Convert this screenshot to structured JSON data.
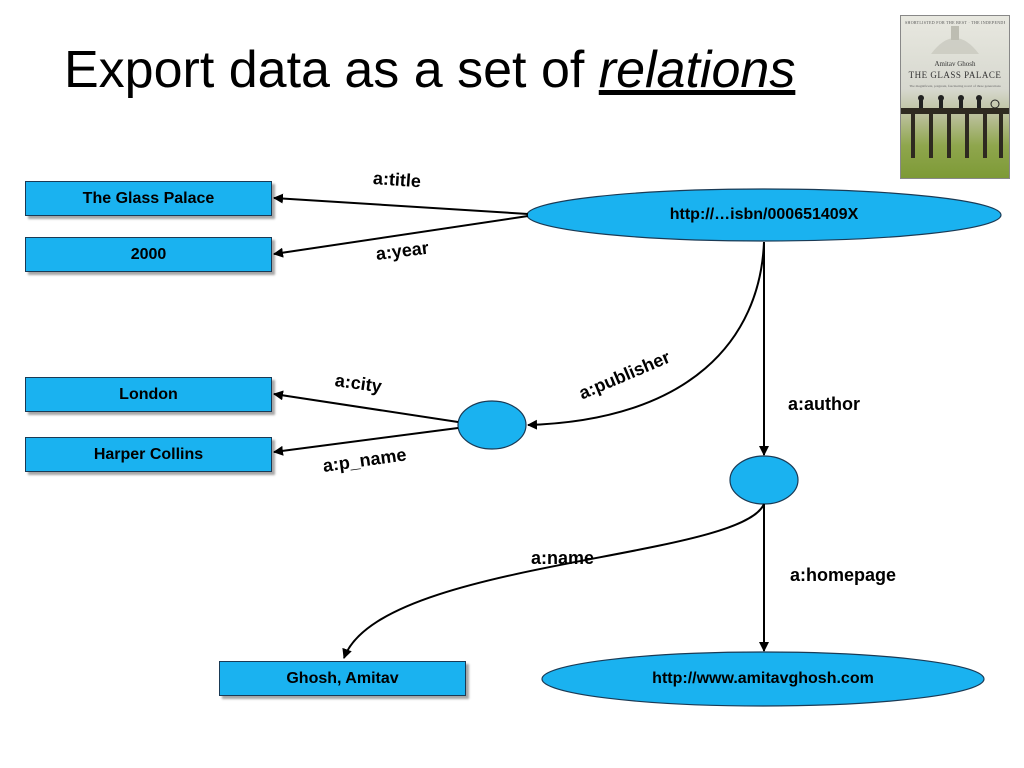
{
  "slide": {
    "title_prefix": "Export data as a set of ",
    "title_emphasis": "relations"
  },
  "cover": {
    "top_line": "SHORTLISTED FOR THE BEST · THE INDEPENDENT",
    "author": "Amitav Ghosh",
    "title": "The Glass Palace",
    "blurb": "The magnificent, poignant, fascinating novel of three generations"
  },
  "nodes": {
    "title_value": "The Glass Palace",
    "year_value": "2000",
    "city_value": "London",
    "publisher_name_value": "Harper Collins",
    "book_uri": "http://…isbn/000651409X",
    "author_name_value": "Ghosh, Amitav",
    "homepage_uri": "http://www.amitavghosh.com"
  },
  "edges": {
    "title": "a:title",
    "year": "a:year",
    "publisher": "a:publisher",
    "city": "a:city",
    "p_name": "a:p_name",
    "author": "a:author",
    "name": "a:name",
    "homepage": "a:homepage"
  },
  "colors": {
    "node_fill": "#1ab2f0",
    "node_stroke": "#1a3a55",
    "edge": "#000000"
  }
}
